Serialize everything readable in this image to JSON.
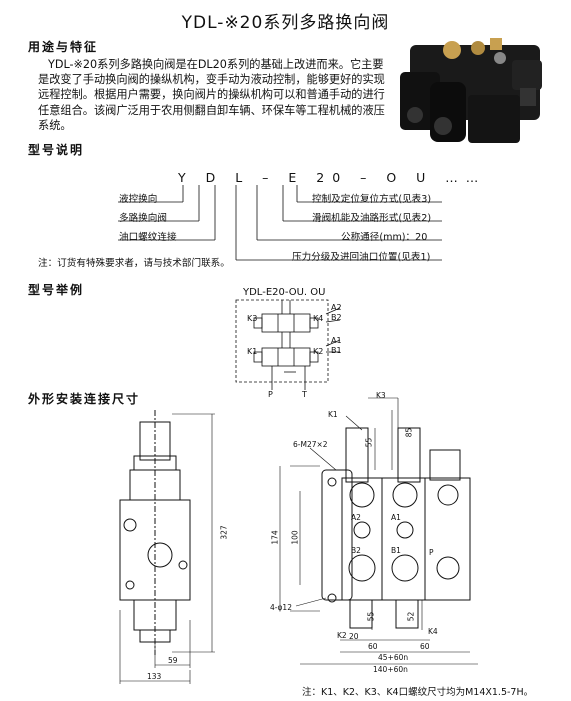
{
  "title": "YDL-※20系列多路换向阀",
  "sections": {
    "usage": "用途与特征",
    "model_desc": "型号说明",
    "model_example": "型号举例",
    "dimensions": "外形安装连接尺寸"
  },
  "intro": "YDL-※20系列多路换向阀是在DL20系列的基础上改进而来。它主要是改变了手动换向阀的操纵机构，变手动为液动控制，能够更好的实现远程控制。根据用户需要，换向阀片的操纵机构可以和普通手动的进行任意组合。该阀广泛用于农用侧翻自卸车辆、环保车等工程机械的液压系统。",
  "model_code": "Y D L – E 20 – O U ……",
  "code_left": [
    "液控换向",
    "多路换向阀",
    "油口螺纹连接"
  ],
  "code_right": [
    "控制及定位复位方式(见表3)",
    "滑阀机能及油路形式(见表2)",
    "公称通径(mm)：20",
    "压力分级及进回油口位置(见表1)"
  ],
  "order_note": "注：订货有特殊要求者，请与技术部门联系。",
  "example": {
    "code": "YDL-E20-OU. OU",
    "ports": {
      "a2": "A2",
      "b2": "B2",
      "a1": "A1",
      "b1": "B1",
      "p": "P",
      "t": "T",
      "k1": "K1",
      "k2": "K2",
      "k3": "K3",
      "k4": "K4"
    }
  },
  "dims": {
    "side": {
      "h327": "327",
      "w59": "59",
      "w133": "133"
    },
    "front": {
      "k3": "K3",
      "k1": "K1",
      "m27": "6-M27×2",
      "d55": "55",
      "d85": "85",
      "a2": "A2",
      "a1": "A1",
      "b2": "B2",
      "b1": "B1",
      "p": "P",
      "h174": "174",
      "h100": "100",
      "hole": "4-φ12",
      "k2": "K2",
      "k4": "K4",
      "d52": "52",
      "d55b": "55",
      "w20": "20",
      "w60a": "60",
      "w60b": "60",
      "w45": "45+60n",
      "w140": "140+60n"
    }
  },
  "footnote": "注：K1、K2、K3、K4口螺纹尺寸均为M14X1.5-7H。",
  "colors": {
    "ink": "#111111",
    "valve_body": "#1a1a1a",
    "brass": "#c8a050"
  }
}
